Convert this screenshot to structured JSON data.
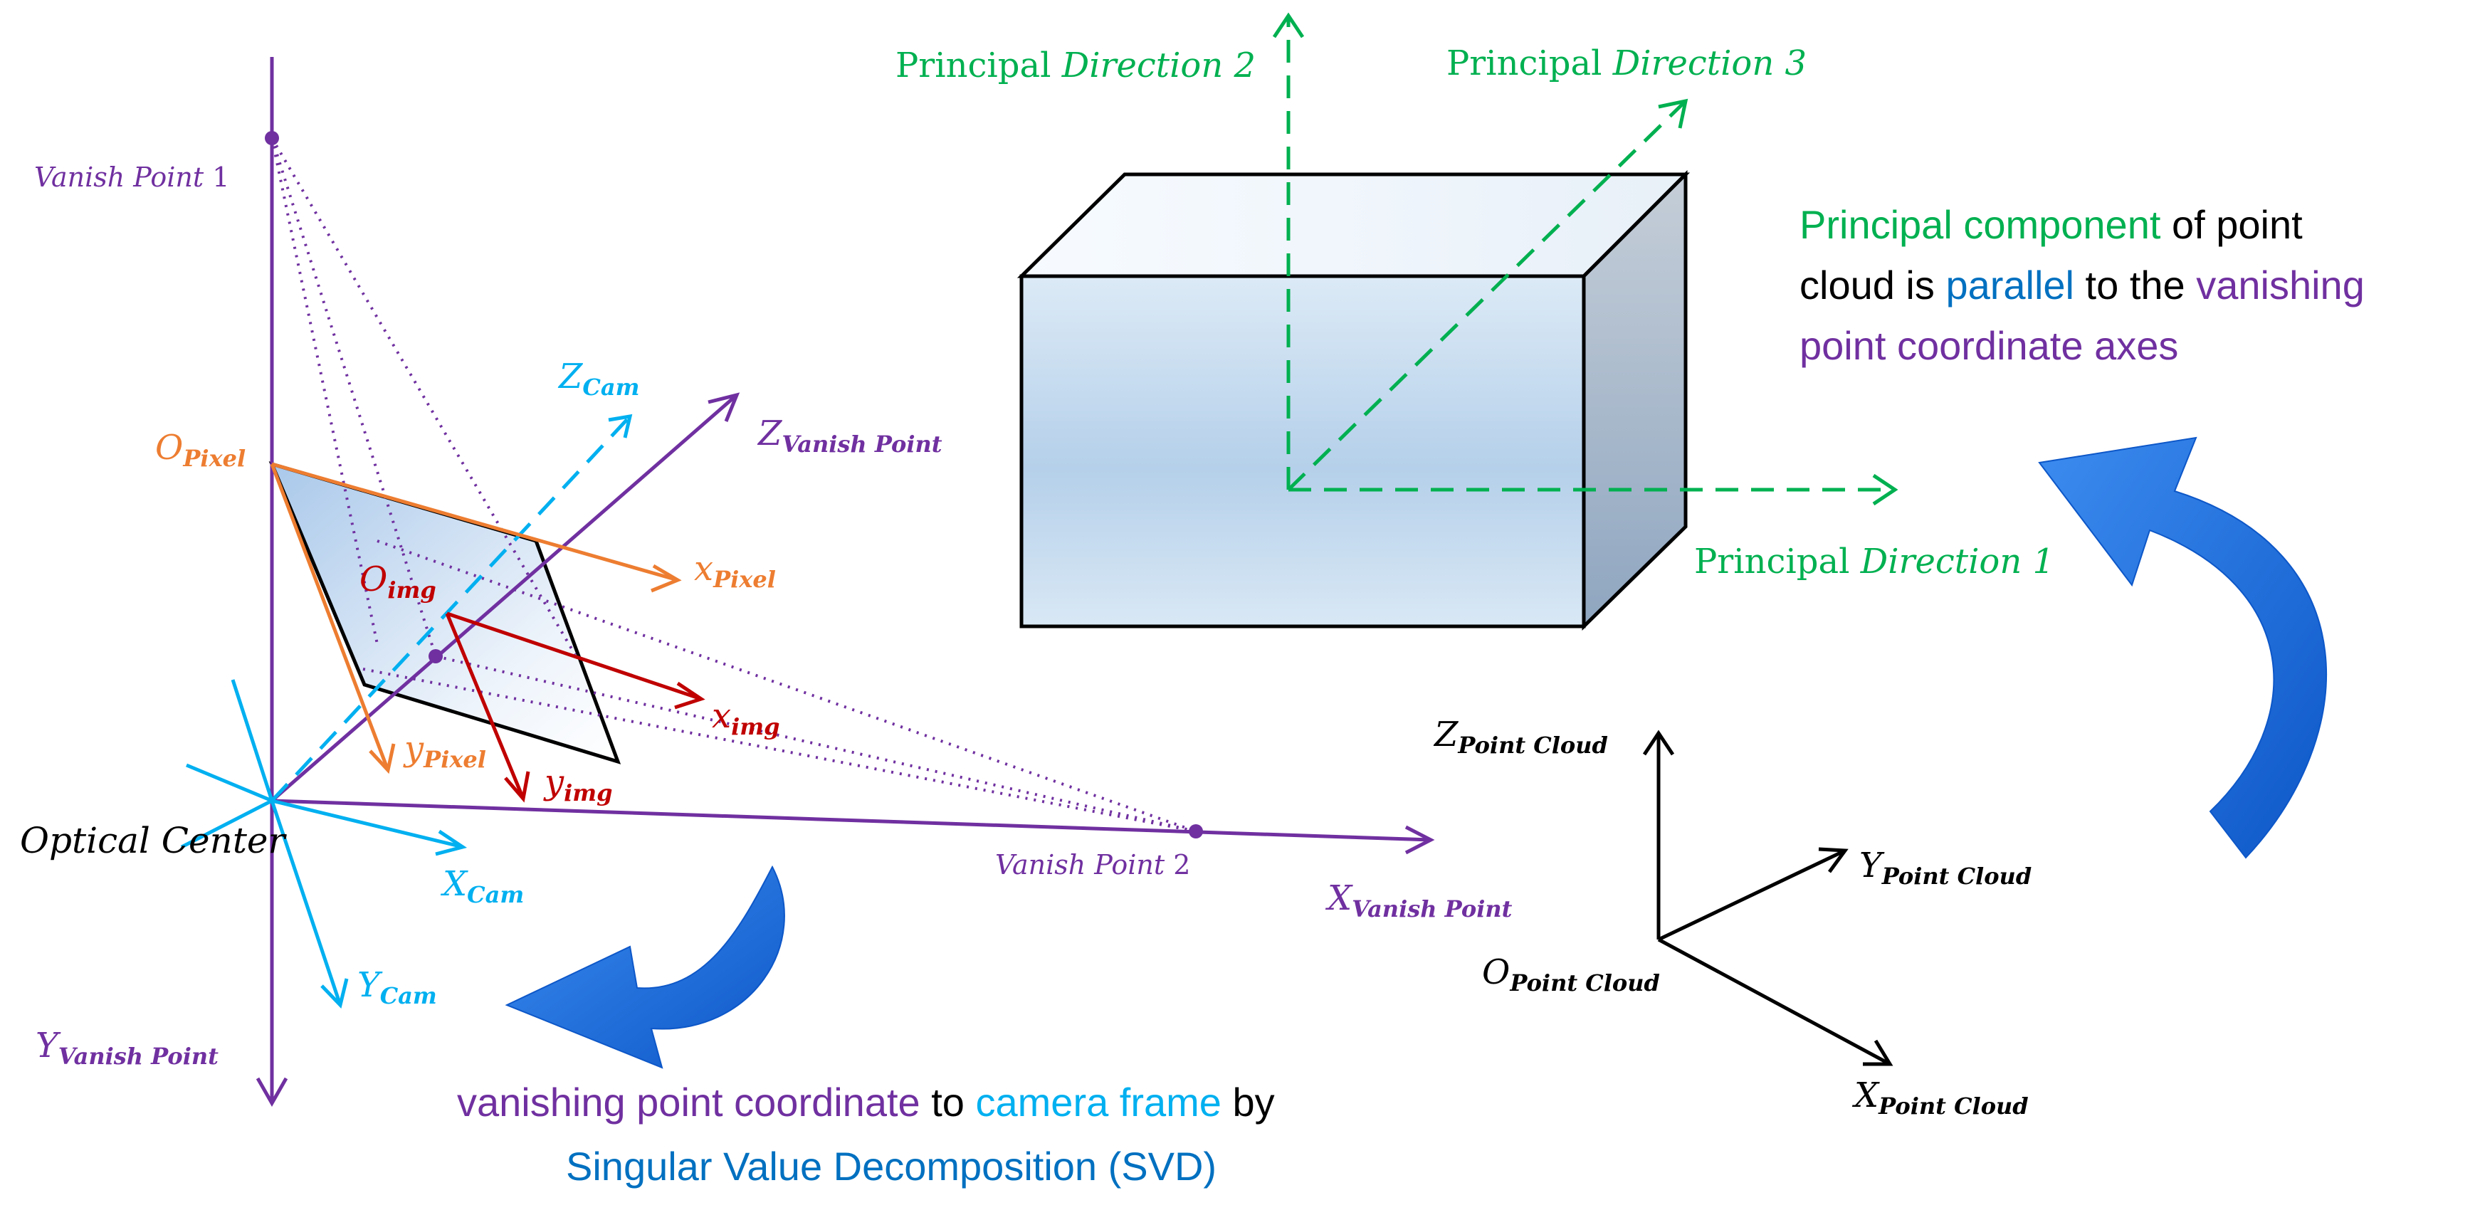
{
  "colors": {
    "purple": "#7030A0",
    "orange": "#ED7D31",
    "red": "#C00000",
    "cyan": "#00B0F0",
    "green": "#00B050",
    "blue": "#0070C0",
    "black": "#000000"
  },
  "camera": {
    "vanish_point_1": {
      "name": "Vanish Point",
      "num": "1"
    },
    "vanish_point_2": {
      "name": "Vanish Point",
      "num": "2"
    },
    "optical_center": "Optical Center",
    "o_pixel": {
      "base": "O",
      "sub": "Pixel"
    },
    "o_img": {
      "base": "O",
      "sub": "img"
    },
    "x_pixel": {
      "base": "x",
      "sub": "Pixel"
    },
    "y_pixel": {
      "base": "y",
      "sub": "Pixel"
    },
    "x_img": {
      "base": "x",
      "sub": "img"
    },
    "y_img": {
      "base": "y",
      "sub": "img"
    },
    "z_cam": {
      "base": "Z",
      "sub": "Cam"
    },
    "x_cam": {
      "base": "X",
      "sub": "Cam"
    },
    "y_cam": {
      "base": "Y",
      "sub": "Cam"
    },
    "z_vanish": {
      "base": "Z",
      "sub": "Vanish Point"
    },
    "x_vanish": {
      "base": "X",
      "sub": "Vanish Point"
    },
    "y_vanish": {
      "base": "Y",
      "sub": "Vanish Point"
    }
  },
  "box": {
    "dir1": {
      "prefix": "Principal ",
      "word": "Direction 1"
    },
    "dir2": {
      "prefix": "Principal ",
      "word": "Direction 2"
    },
    "dir3": {
      "prefix": "Principal ",
      "word": "Direction 3"
    }
  },
  "point_cloud": {
    "z": {
      "base": "Z",
      "sub": "Point Cloud"
    },
    "y": {
      "base": "Y",
      "sub": "Point Cloud"
    },
    "x": {
      "base": "X",
      "sub": "Point Cloud"
    },
    "o": {
      "base": "O",
      "sub": "Point Cloud"
    }
  },
  "caption_right": {
    "l1a": "Principal component",
    "l1b": " of point",
    "l2a": "cloud is ",
    "l2b": "parallel",
    "l2c": " to the ",
    "l2d": "vanishing",
    "l3": "point coordinate axes"
  },
  "caption_bottom": {
    "l1a": "vanishing point coordinate",
    "l1b": " to ",
    "l1c": "camera frame",
    "l1d": " by",
    "l2": "Singular Value Decomposition (SVD)"
  }
}
